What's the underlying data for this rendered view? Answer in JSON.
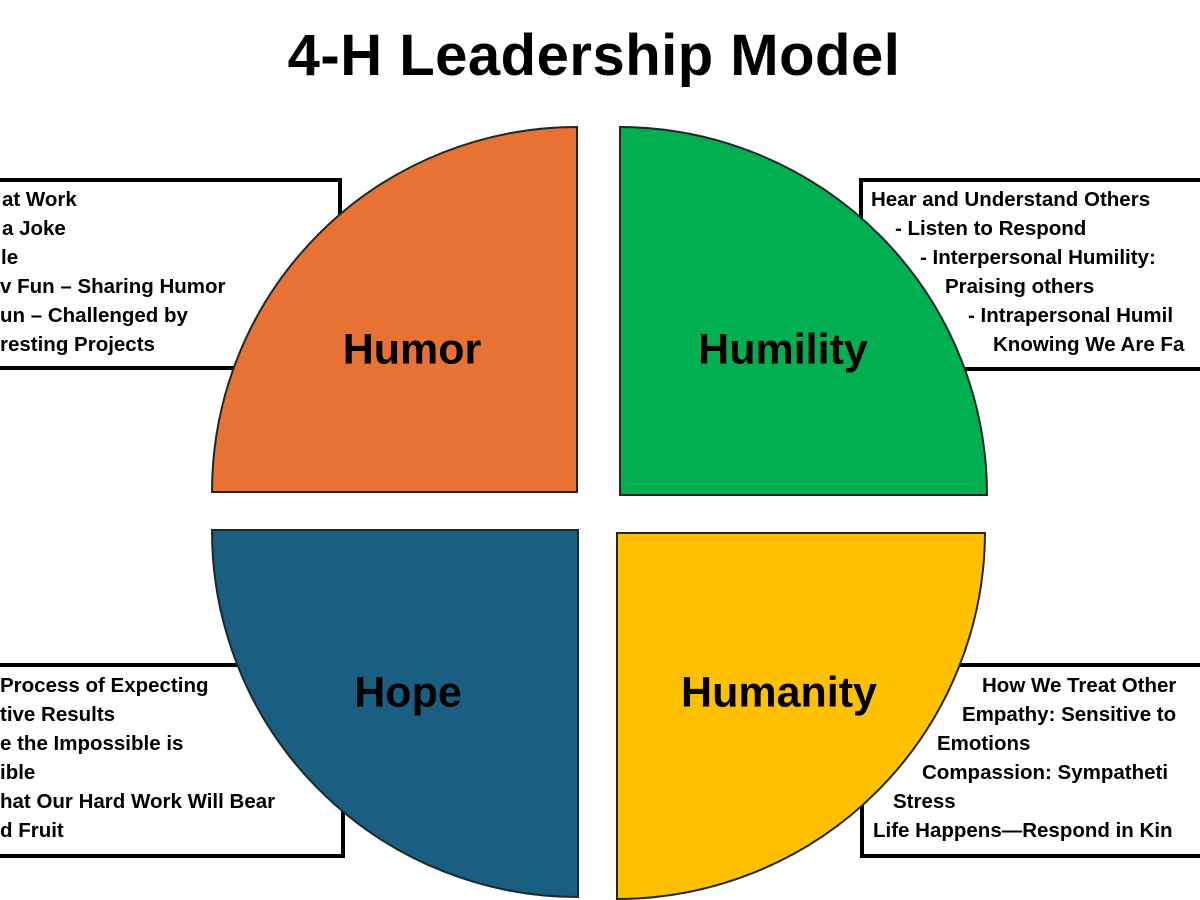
{
  "title": "4-H Leadership Model",
  "colors": {
    "humor": "#E87234",
    "humility": "#00B050",
    "hope": "#1A5F82",
    "humanity": "#FFC000"
  },
  "quadrants": {
    "humor": {
      "label": "Humor",
      "lines": [
        "at Work",
        "a Joke",
        "le",
        "v Fun – Sharing Humor",
        "un – Challenged by",
        "resting Projects"
      ]
    },
    "humility": {
      "label": "Humility",
      "lines": [
        "Hear and Understand Others",
        "- Listen to Respond",
        "- Interpersonal Humility:",
        "Praising others",
        "- Intrapersonal Humil",
        "Knowing We Are Fa"
      ]
    },
    "hope": {
      "label": "Hope",
      "lines": [
        "Process of Expecting",
        "tive Results",
        "e the Impossible is",
        "ible",
        "hat Our Hard Work Will Bear",
        "d Fruit"
      ]
    },
    "humanity": {
      "label": "Humanity",
      "lines": [
        "How We Treat Other",
        "Empathy: Sensitive to",
        "Emotions",
        "Compassion: Sympatheti",
        "Stress",
        "Life Happens—Respond in Kin"
      ]
    }
  }
}
